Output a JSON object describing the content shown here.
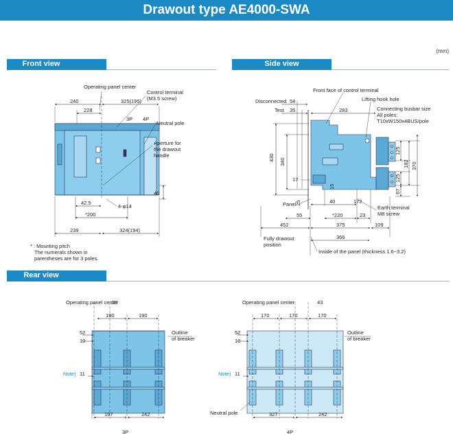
{
  "title": "Drawout type AE4000-SWA",
  "unit_label": "(mm)",
  "sections": {
    "front": "Front view",
    "side": "Side view",
    "rear": "Rear view"
  },
  "front_view": {
    "operating_panel_center": "Operating panel center",
    "control_terminal": "Control terminal",
    "control_terminal_spec": "(M3.5 screw)",
    "neutral_pole": "Neutral pole",
    "aperture_1": "Aperture for",
    "aperture_2": "the drawout",
    "aperture_3": "handle",
    "dim_240": "240",
    "dim_325": "325(195)",
    "dim_228": "228",
    "label_3p": "3P",
    "label_4p": "4P",
    "dim_40": "40",
    "dim_425": "42.5",
    "dim_200": "*200",
    "dim_hole": "4-φ14",
    "dim_239": "239",
    "dim_324": "324(194)"
  },
  "note": {
    "line1": "* : Mounting pitch",
    "line2": "The numerals shown in",
    "line3": "parentheses are for 3 poles."
  },
  "side_view": {
    "front_face": "Front face of control terminal",
    "lifting_hook": "Lifting hook hole",
    "connecting_busbar": "Connecting busbar size",
    "all_poles": "All poles:",
    "busbar_spec": "T10xW150x4BUS/pole",
    "disconnected": "Disconnected",
    "dim_54": "54",
    "test": "Test",
    "dim_35": "35",
    "dim_283": "283",
    "dim_430": "430",
    "dim_340": "340",
    "dim_125a": "125",
    "dim_182": "182",
    "dim_370": "370",
    "dim_125b": "125",
    "dim_67": "67",
    "dim_17": "17",
    "dim_15": "15",
    "dim_25": "25",
    "panel": "Panel",
    "dim_40": "40",
    "dim_172": "172",
    "earth_terminal": "Earth terminal",
    "earth_spec": "M8 screw",
    "dim_55": "55",
    "dim_220": "*220",
    "dim_23": "23",
    "dim_452": "452",
    "dim_375": "375",
    "dim_109": "109",
    "dim_366": "366",
    "fully_drawout_1": "Fully drawout",
    "fully_drawout_2": "position",
    "inside_panel": "Inside of the panel (thickness 1.6~3.2)"
  },
  "rear_3p": {
    "operating_panel_center": "Operating panel center",
    "dim_23": "23",
    "dim_190a": "190",
    "dim_190b": "190",
    "dim_52": "52",
    "dim_10": "10",
    "outline_1": "Outline",
    "outline_2": "of breaker",
    "note": "Note)",
    "dim_11": "11",
    "dim_197": "197",
    "dim_242": "242",
    "caption": "3P"
  },
  "rear_4p": {
    "operating_panel_center": "Operating panel center",
    "dim_43": "43",
    "dim_170a": "170",
    "dim_170b": "170",
    "dim_170c": "170",
    "dim_52": "52",
    "dim_10": "10",
    "outline_1": "Outline",
    "outline_2": "of breaker",
    "note": "Note)",
    "dim_11": "11",
    "neutral_pole": "Neutral pole",
    "dim_327": "327",
    "dim_242": "242",
    "caption": "4P"
  },
  "colors": {
    "header_blue": "#1a89c4",
    "body_blue": "#7cc4e8",
    "body_light": "#cde9f7",
    "bus_blue": "#5aa8d4",
    "note_blue": "#1a89c4"
  }
}
